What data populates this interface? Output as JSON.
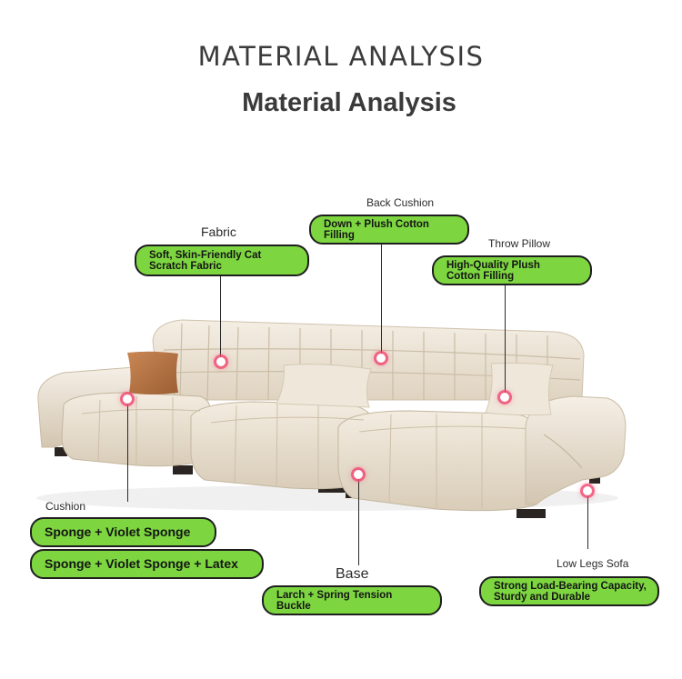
{
  "heading": {
    "upper": "MATERIAL ANALYSIS",
    "main": "Material Analysis"
  },
  "fabric": {
    "label": "Fabric",
    "lines": [
      "Soft, Skin-Friendly Cat",
      "Scratch Fabric"
    ]
  },
  "back_cushion": {
    "label": "Back Cushion",
    "lines": [
      "Down + Plush Cotton",
      "Filling"
    ]
  },
  "throw_pillow": {
    "label": "Throw Pillow",
    "lines": [
      "High-Quality Plush",
      "Cotton Filling"
    ]
  },
  "cushion": {
    "label": "Cushion",
    "option1": "Sponge + Violet Sponge",
    "option2": "Sponge + Violet Sponge + Latex"
  },
  "base": {
    "label": "Base",
    "lines": [
      "Larch + Spring Tension",
      "Buckle"
    ]
  },
  "legs": {
    "label": "Low Legs Sofa",
    "lines": [
      "Strong Load-Bearing Capacity,",
      "Sturdy and Durable"
    ]
  },
  "colors": {
    "pill_fill": "#7dd640",
    "pill_border": "#1e1e1e",
    "sofa": "#ece3d4",
    "pillow_brown": "#b87545",
    "dot_glow": "#f0466e"
  }
}
